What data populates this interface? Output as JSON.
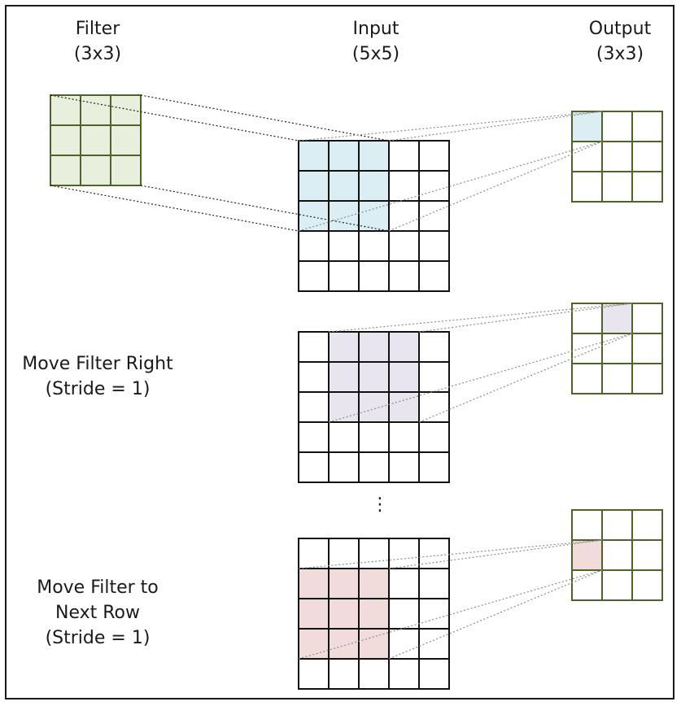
{
  "labels": {
    "filter": {
      "title": "Filter",
      "size": "(3x3)"
    },
    "input": {
      "title": "Input",
      "size": "(5x5)"
    },
    "output": {
      "title": "Output",
      "size": "(3x3)"
    },
    "step_right": {
      "line1": "Move Filter Right",
      "line2": "(Stride = 1)"
    },
    "step_next_row": {
      "line1": "Move Filter to",
      "line2": "Next Row",
      "line3": "(Stride = 1)"
    },
    "ellipsis": "⋮"
  },
  "grids": {
    "filter": {
      "rows": 3,
      "cols": 3,
      "cell_fill": "#e8efdc",
      "line_color": "#4f6228"
    },
    "input": {
      "rows": 5,
      "cols": 5,
      "line_color": "#111111"
    },
    "output": {
      "rows": 3,
      "cols": 3,
      "line_color": "#4f6228"
    }
  },
  "steps": [
    {
      "window_row": 0,
      "window_col": 0,
      "output_row": 0,
      "output_col": 0,
      "highlight_color": "#dbeef4"
    },
    {
      "window_row": 0,
      "window_col": 1,
      "output_row": 0,
      "output_col": 1,
      "highlight_color": "#e9e5ef"
    },
    {
      "window_row": 1,
      "window_col": 0,
      "output_row": 1,
      "output_col": 0,
      "highlight_color": "#f2dcdb"
    }
  ],
  "colors": {
    "connector_black": "#222222",
    "connector_gray": "#8c8c8c",
    "text": "#1a1a1a"
  }
}
